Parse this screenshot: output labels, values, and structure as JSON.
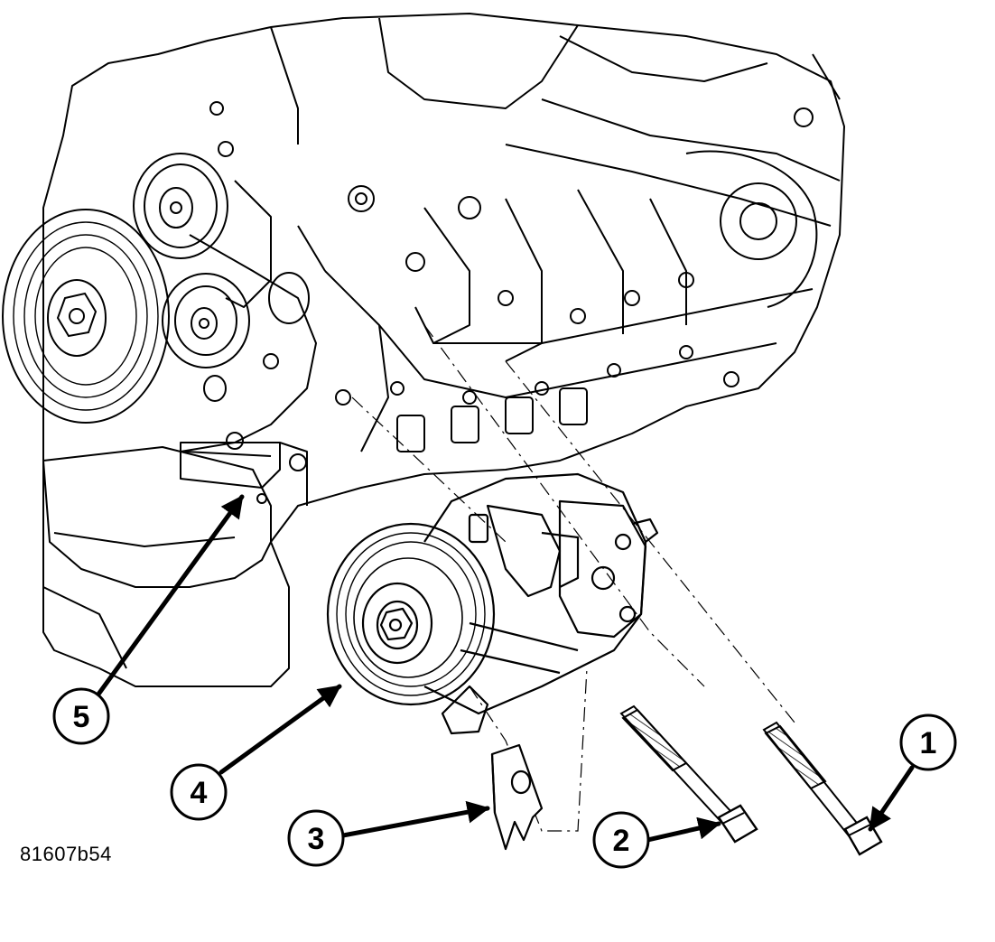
{
  "figure": {
    "id": "81607b54",
    "colors": {
      "line": "#000000",
      "background": "#ffffff"
    }
  },
  "callouts": [
    {
      "number": "1",
      "part": "bolt"
    },
    {
      "number": "2",
      "part": "bolt"
    },
    {
      "number": "3",
      "part": "spacer-bracket"
    },
    {
      "number": "4",
      "part": "ac-compressor"
    },
    {
      "number": "5",
      "part": "engine-mounting-boss"
    }
  ]
}
